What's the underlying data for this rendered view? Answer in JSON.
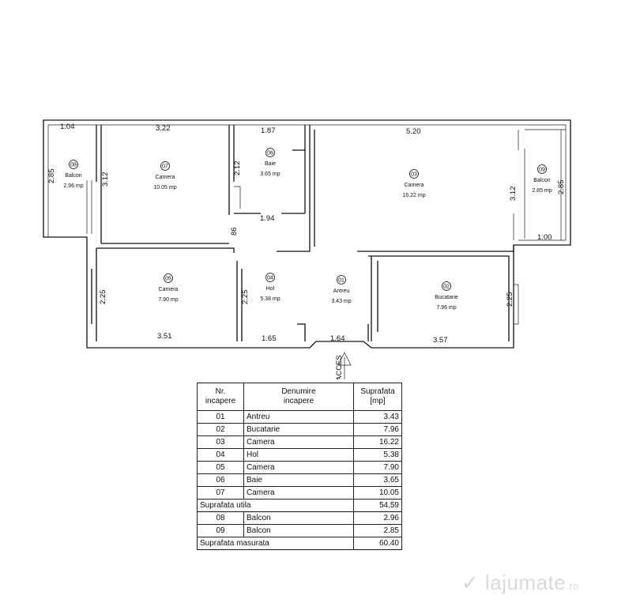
{
  "rooms": [
    {
      "num": "01",
      "name": "Antreu",
      "area": "3.43 mp"
    },
    {
      "num": "02",
      "name": "Bucatarie",
      "area": "7.96 mp"
    },
    {
      "num": "03",
      "name": "Camera",
      "area": "16.22 mp"
    },
    {
      "num": "04",
      "name": "Hol",
      "area": "5.38 mp"
    },
    {
      "num": "05",
      "name": "Camera",
      "area": "7.90 mp"
    },
    {
      "num": "06",
      "name": "Baie",
      "area": "3.65 mp"
    },
    {
      "num": "07",
      "name": "Camera",
      "area": "10.05 mp"
    },
    {
      "num": "08",
      "name": "Balcon",
      "area": "2.96 mp"
    },
    {
      "num": "09",
      "name": "Balcon",
      "area": "2.85 mp"
    }
  ],
  "dimensions": {
    "balcon08_w": "1.04",
    "balcon08_h": "2.85",
    "camera07_w": "3.22",
    "camera07_h": "3.12",
    "baie_w": "1.87",
    "baie_h": "2.12",
    "baie_bottom": "1.94",
    "camera03_w": "5.20",
    "camera03_h": "3.12",
    "balcon09_h": "2.85",
    "balcon09_w": "1.00",
    "hol_gap": "86",
    "camera05_h": "2.25",
    "camera05_w": "3.51",
    "hol_h": "2.25",
    "hol_w": "1.65",
    "antreu_w": "1.64",
    "bucatarie_h": "2.25",
    "bucatarie_w": "3.57"
  },
  "access_label": "ACCES",
  "legend": {
    "headers": [
      "Nr.\nincapere",
      "Denumire\nincapere",
      "Suprafata\n[mp]"
    ],
    "rows": [
      {
        "nr": "01",
        "name": "Antreu",
        "area": "3.43"
      },
      {
        "nr": "02",
        "name": "Bucatarie",
        "area": "7.96"
      },
      {
        "nr": "03",
        "name": "Camera",
        "area": "16.22"
      },
      {
        "nr": "04",
        "name": "Hol",
        "area": "5.38"
      },
      {
        "nr": "05",
        "name": "Camera",
        "area": "7.90"
      },
      {
        "nr": "06",
        "name": "Baie",
        "area": "3.65"
      },
      {
        "nr": "07",
        "name": "Camera",
        "area": "10.05"
      }
    ],
    "subtotal_label": "Suprafata utila",
    "subtotal_value": "54.59",
    "balcony_rows": [
      {
        "nr": "08",
        "name": "Balcon",
        "area": "2.96"
      },
      {
        "nr": "09",
        "name": "Balcon",
        "area": "2.85"
      }
    ],
    "total_label": "Suprafata masurata",
    "total_value": "60.40"
  },
  "watermark": {
    "brand": "lajumate",
    "tld": ".ro"
  }
}
